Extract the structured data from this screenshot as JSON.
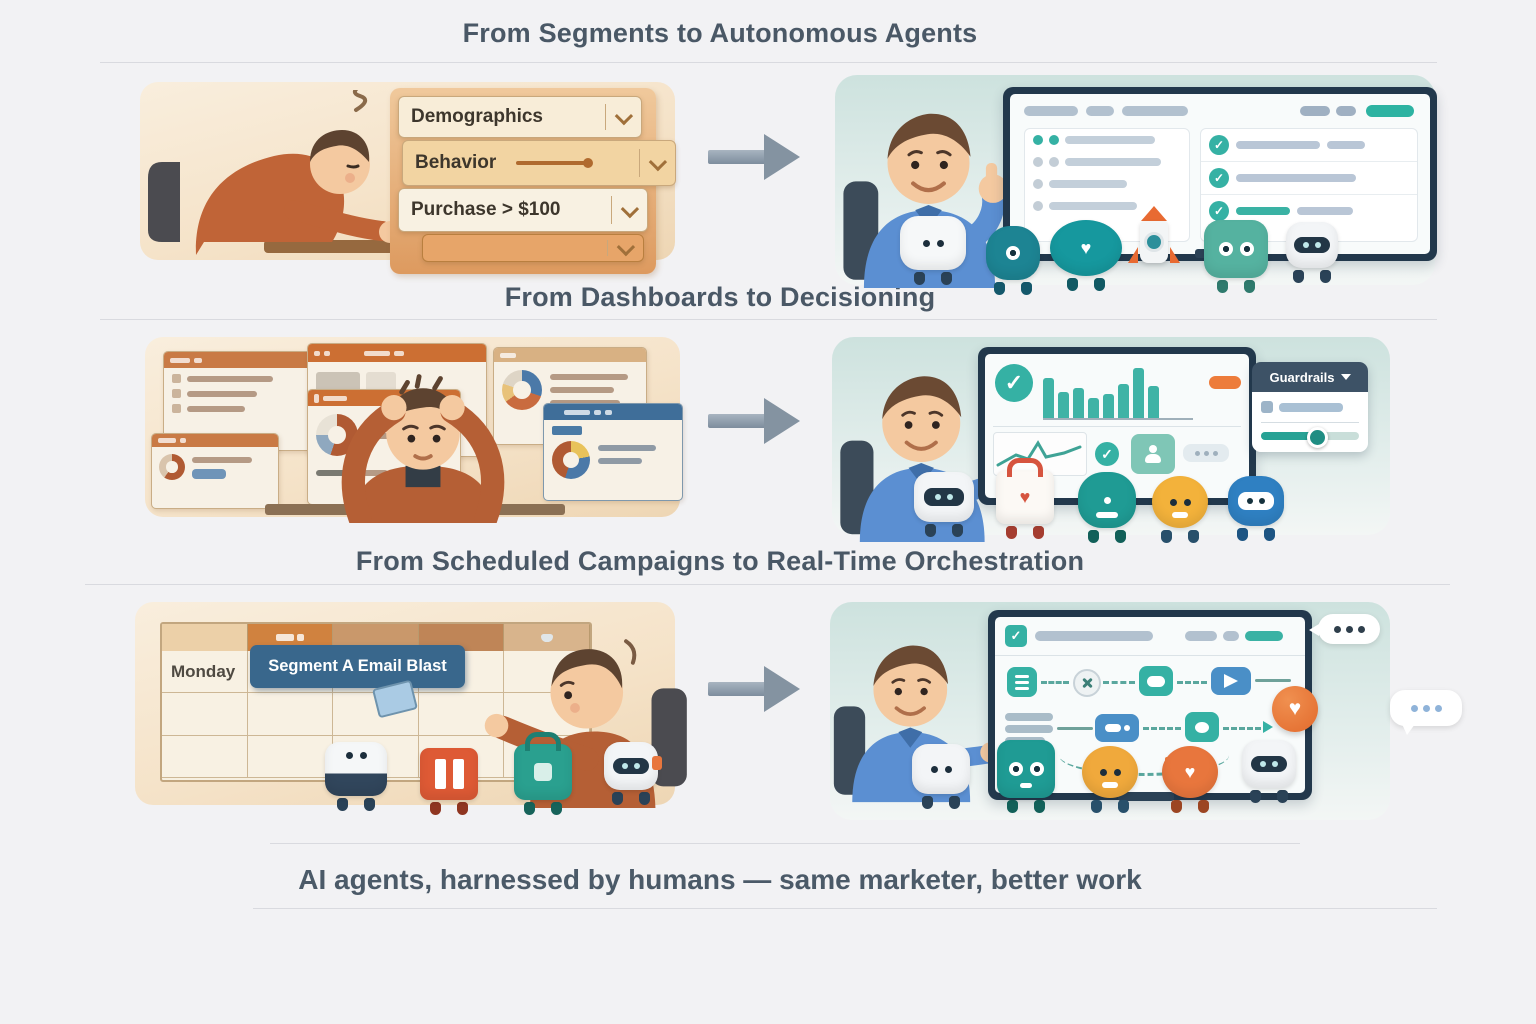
{
  "sections": {
    "row1_title": "From Segments to Autonomous Agents",
    "row2_title": "From Dashboards to Decisioning",
    "row3_title": "From Scheduled Campaigns to Real-Time Orchestration"
  },
  "row1": {
    "dropdowns": {
      "d1": "Demographics",
      "d2": "Behavior",
      "d3": "Purchase > $100"
    }
  },
  "row2": {
    "guardrails_label": "Guardrails"
  },
  "row3": {
    "calendar_day": "Monday",
    "event_label": "Segment A  Email Blast"
  },
  "caption": {
    "bold": "AI agents",
    "rest": ", harnessed by humans — same marketer, better work"
  },
  "icons": {
    "check_icon": "✓",
    "heart_icon": "♥",
    "chevron_down_icon": "css-chevron",
    "caret_down_icon": "css-caret",
    "dots_icon": "css-dots",
    "user_icon": "css-person",
    "arrow_right_icon": "css-arrow"
  },
  "colors": {
    "background": "#f2f2f4",
    "title_text": "#4a5866",
    "accent_teal": "#2db3a2",
    "accent_orange": "#e2793f",
    "banner_blue": "#39678c",
    "cream_panel": "#f5e3c9",
    "mint_panel": "#d5e7e3",
    "arrow_gray": "#8493a1"
  }
}
